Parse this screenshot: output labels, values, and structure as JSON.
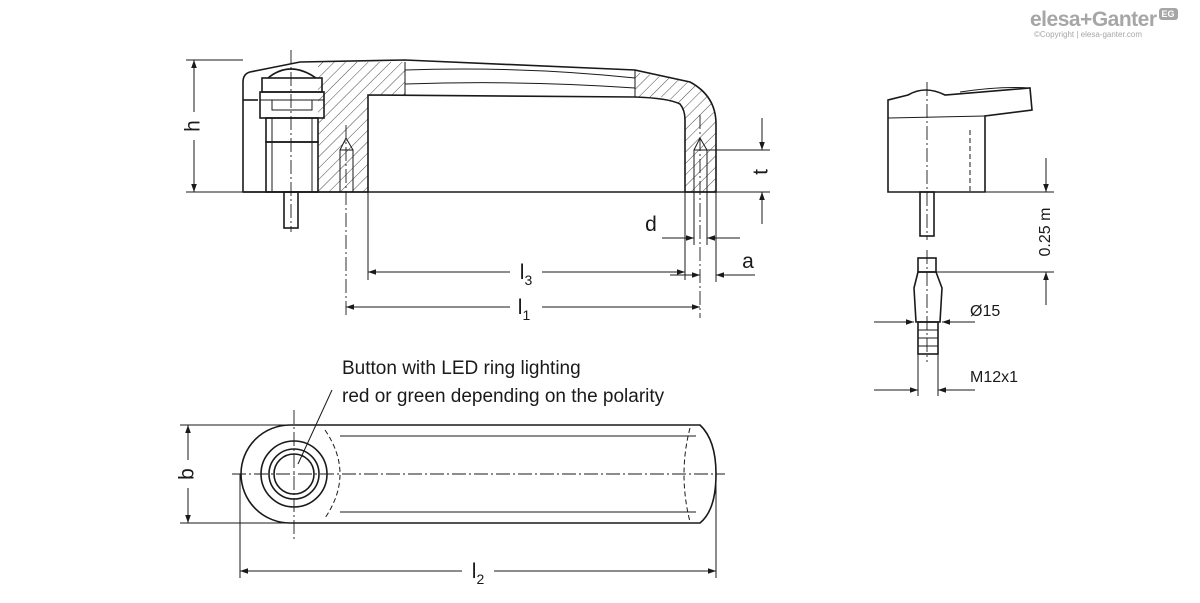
{
  "brand": {
    "name": "elesa+Ganter",
    "badge": "EG",
    "copyright": "©Copyright | elesa-ganter.com"
  },
  "dimensions": {
    "h": "h",
    "t": "t",
    "d": "d",
    "a": "a",
    "l": "l",
    "l3_sub": "3",
    "l1_sub": "1",
    "l2_sub": "2",
    "b": "b",
    "cable": "0.25 m",
    "diameter": "Ø15",
    "thread": "M12x1"
  },
  "annotation": {
    "line1": "Button with LED ring lighting",
    "line2": "red or green depending on the polarity"
  },
  "colors": {
    "line": "#1a1a1a",
    "brand": "#a6a6a6",
    "button_fill": "#e0e0e0"
  }
}
